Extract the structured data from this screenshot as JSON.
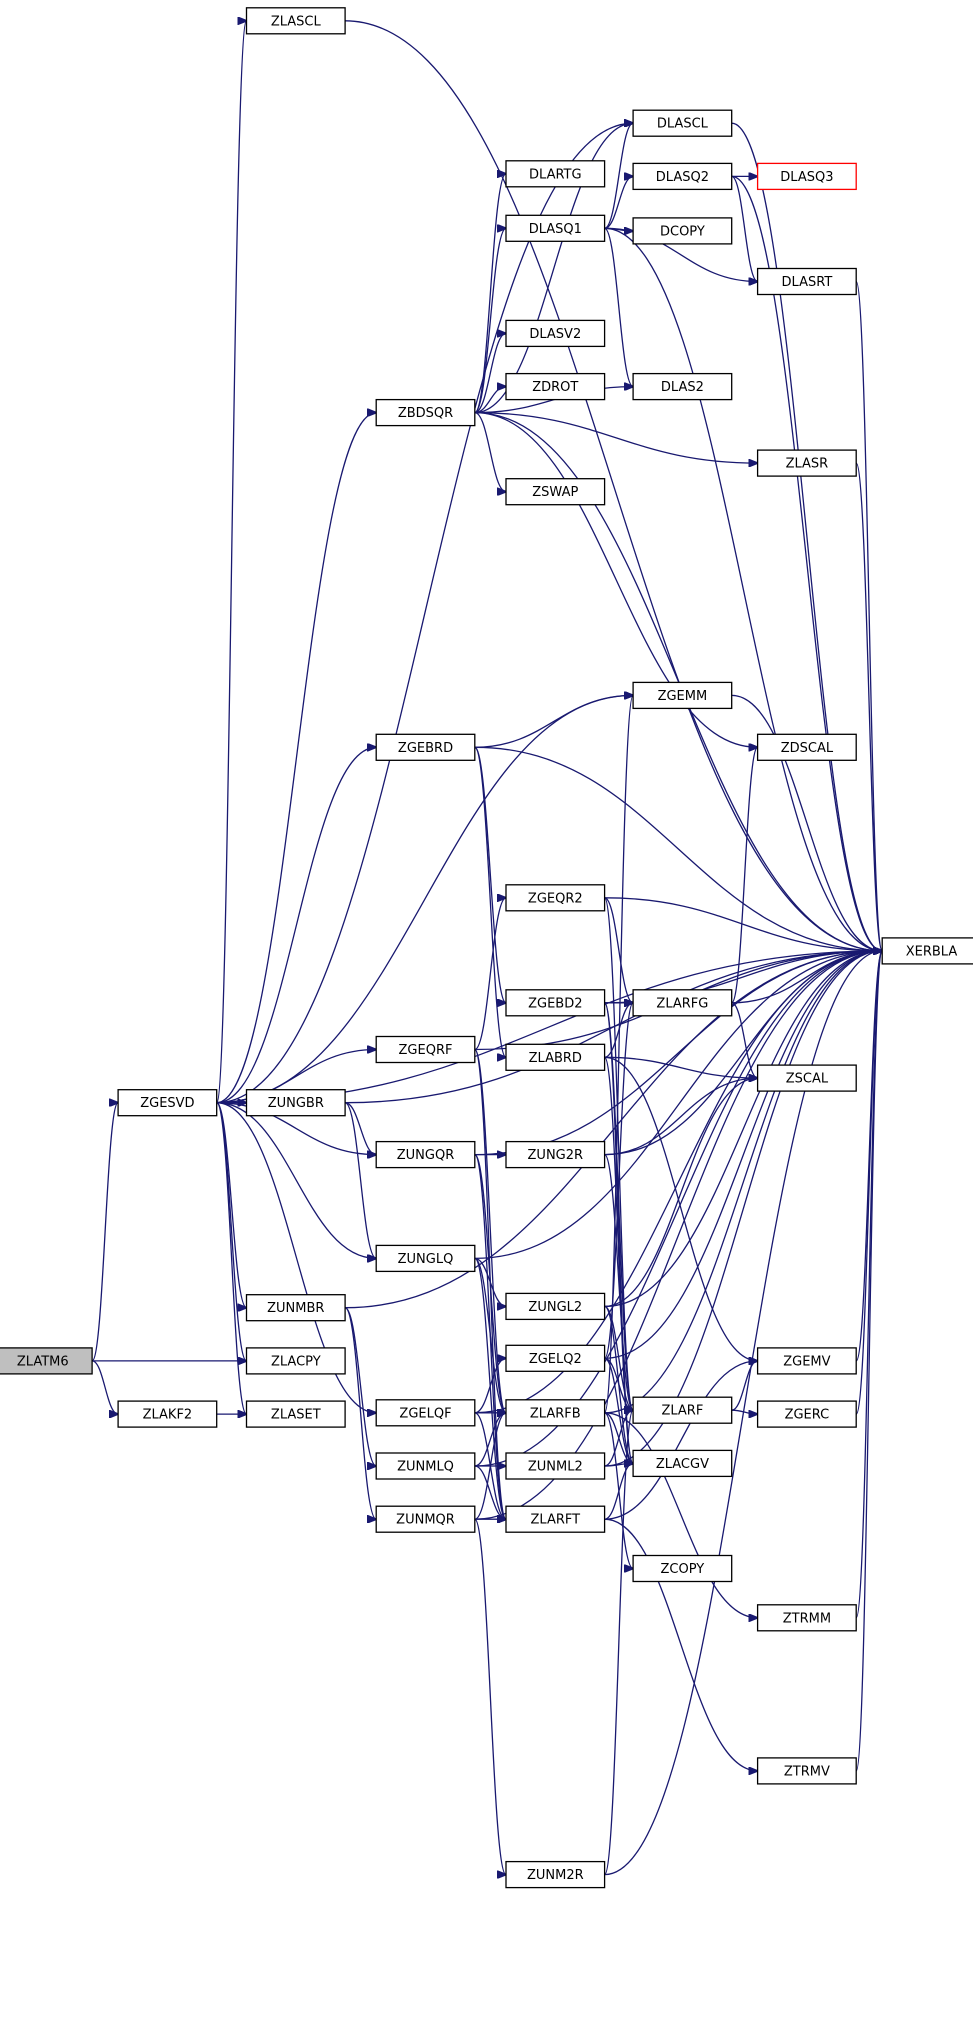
{
  "graph": {
    "edge_color": "#191970",
    "root_fill": "#bfbfbf",
    "missing_border": "#ff0000",
    "nodes": [
      {
        "id": "ZLATM6",
        "label": "ZLATM6",
        "style": "root"
      },
      {
        "id": "ZGESVD",
        "label": "ZGESVD"
      },
      {
        "id": "ZLAKF2",
        "label": "ZLAKF2"
      },
      {
        "id": "ZLASCL",
        "label": "ZLASCL"
      },
      {
        "id": "ZUNGBR",
        "label": "ZUNGBR"
      },
      {
        "id": "ZUNMBR",
        "label": "ZUNMBR"
      },
      {
        "id": "ZLACPY",
        "label": "ZLACPY"
      },
      {
        "id": "ZLASET",
        "label": "ZLASET"
      },
      {
        "id": "ZBDSQR",
        "label": "ZBDSQR"
      },
      {
        "id": "ZGEBRD",
        "label": "ZGEBRD"
      },
      {
        "id": "ZGEQRF",
        "label": "ZGEQRF"
      },
      {
        "id": "ZUNGQR",
        "label": "ZUNGQR"
      },
      {
        "id": "ZUNGLQ",
        "label": "ZUNGLQ"
      },
      {
        "id": "ZGELQF",
        "label": "ZGELQF"
      },
      {
        "id": "ZUNMLQ",
        "label": "ZUNMLQ"
      },
      {
        "id": "ZUNMQR",
        "label": "ZUNMQR"
      },
      {
        "id": "DLARTG",
        "label": "DLARTG"
      },
      {
        "id": "DLASQ1",
        "label": "DLASQ1"
      },
      {
        "id": "DLASV2",
        "label": "DLASV2"
      },
      {
        "id": "ZDROT",
        "label": "ZDROT"
      },
      {
        "id": "ZSWAP",
        "label": "ZSWAP"
      },
      {
        "id": "ZGEQR2",
        "label": "ZGEQR2"
      },
      {
        "id": "ZGEBD2",
        "label": "ZGEBD2"
      },
      {
        "id": "ZLABRD",
        "label": "ZLABRD"
      },
      {
        "id": "ZUNG2R",
        "label": "ZUNG2R"
      },
      {
        "id": "ZUNGL2",
        "label": "ZUNGL2"
      },
      {
        "id": "ZGELQ2",
        "label": "ZGELQ2"
      },
      {
        "id": "ZLARFB",
        "label": "ZLARFB"
      },
      {
        "id": "ZUNML2",
        "label": "ZUNML2"
      },
      {
        "id": "ZLARFT",
        "label": "ZLARFT"
      },
      {
        "id": "ZUNM2R",
        "label": "ZUNM2R"
      },
      {
        "id": "DLASCL",
        "label": "DLASCL"
      },
      {
        "id": "DLASQ2",
        "label": "DLASQ2"
      },
      {
        "id": "DCOPY",
        "label": "DCOPY"
      },
      {
        "id": "DLAS2",
        "label": "DLAS2"
      },
      {
        "id": "ZGEMM",
        "label": "ZGEMM"
      },
      {
        "id": "ZLARFG",
        "label": "ZLARFG"
      },
      {
        "id": "ZLARF",
        "label": "ZLARF"
      },
      {
        "id": "ZLACGV",
        "label": "ZLACGV"
      },
      {
        "id": "ZCOPY",
        "label": "ZCOPY"
      },
      {
        "id": "DLASQ3",
        "label": "DLASQ3",
        "style": "missing"
      },
      {
        "id": "DLASRT",
        "label": "DLASRT"
      },
      {
        "id": "ZLASR",
        "label": "ZLASR"
      },
      {
        "id": "ZDSCAL",
        "label": "ZDSCAL"
      },
      {
        "id": "ZSCAL",
        "label": "ZSCAL"
      },
      {
        "id": "ZGEMV",
        "label": "ZGEMV"
      },
      {
        "id": "ZGERC",
        "label": "ZGERC"
      },
      {
        "id": "ZTRMM",
        "label": "ZTRMM"
      },
      {
        "id": "ZTRMV",
        "label": "ZTRMV"
      },
      {
        "id": "XERBLA",
        "label": "XERBLA"
      }
    ],
    "edges": [
      [
        "ZLATM6",
        "ZGESVD"
      ],
      [
        "ZLATM6",
        "ZLACPY"
      ],
      [
        "ZLATM6",
        "ZLAKF2"
      ],
      [
        "ZLAKF2",
        "ZLASET"
      ],
      [
        "ZGESVD",
        "ZLASCL"
      ],
      [
        "ZGESVD",
        "ZBDSQR"
      ],
      [
        "ZGESVD",
        "ZGEBRD"
      ],
      [
        "ZGESVD",
        "ZGEQRF"
      ],
      [
        "ZGESVD",
        "ZUNGBR"
      ],
      [
        "ZGESVD",
        "ZUNGQR"
      ],
      [
        "ZGESVD",
        "ZUNGLQ"
      ],
      [
        "ZGESVD",
        "ZUNMBR"
      ],
      [
        "ZGESVD",
        "ZLACPY"
      ],
      [
        "ZGESVD",
        "ZLASET"
      ],
      [
        "ZGESVD",
        "ZGELQF"
      ],
      [
        "ZGESVD",
        "ZGEMM"
      ],
      [
        "ZGESVD",
        "DLASCL"
      ],
      [
        "ZGESVD",
        "XERBLA"
      ],
      [
        "ZLASCL",
        "XERBLA"
      ],
      [
        "ZUNGBR",
        "ZUNGQR"
      ],
      [
        "ZUNGBR",
        "ZUNGLQ"
      ],
      [
        "ZUNGBR",
        "XERBLA"
      ],
      [
        "ZUNMBR",
        "ZUNMLQ"
      ],
      [
        "ZUNMBR",
        "ZUNMQR"
      ],
      [
        "ZUNMBR",
        "XERBLA"
      ],
      [
        "ZBDSQR",
        "DLARTG"
      ],
      [
        "ZBDSQR",
        "DLASQ1"
      ],
      [
        "ZBDSQR",
        "DLASV2"
      ],
      [
        "ZBDSQR",
        "ZDROT"
      ],
      [
        "ZBDSQR",
        "ZSWAP"
      ],
      [
        "ZBDSQR",
        "ZLASR"
      ],
      [
        "ZBDSQR",
        "DLAS2"
      ],
      [
        "ZBDSQR",
        "DLASCL"
      ],
      [
        "ZBDSQR",
        "ZDSCAL"
      ],
      [
        "ZBDSQR",
        "XERBLA"
      ],
      [
        "DLASQ1",
        "DLASQ2"
      ],
      [
        "DLASQ1",
        "DCOPY"
      ],
      [
        "DLASQ1",
        "DLASRT"
      ],
      [
        "DLASQ1",
        "DLAS2"
      ],
      [
        "DLASQ1",
        "DLASCL"
      ],
      [
        "DLASQ1",
        "XERBLA"
      ],
      [
        "DLASCL",
        "XERBLA"
      ],
      [
        "DLASQ2",
        "DLASQ3"
      ],
      [
        "DLASQ2",
        "DLASRT"
      ],
      [
        "DLASQ2",
        "XERBLA"
      ],
      [
        "DLASRT",
        "XERBLA"
      ],
      [
        "ZLASR",
        "XERBLA"
      ],
      [
        "ZGEBRD",
        "ZGEMM"
      ],
      [
        "ZGEBRD",
        "ZGEBD2"
      ],
      [
        "ZGEBRD",
        "ZLABRD"
      ],
      [
        "ZGEBRD",
        "XERBLA"
      ],
      [
        "ZGEMM",
        "XERBLA"
      ],
      [
        "ZGEQRF",
        "ZGEQR2"
      ],
      [
        "ZGEQRF",
        "ZLARFB"
      ],
      [
        "ZGEQRF",
        "ZLARFT"
      ],
      [
        "ZGEQRF",
        "XERBLA"
      ],
      [
        "ZGEQR2",
        "ZLARFG"
      ],
      [
        "ZGEQR2",
        "ZLARF"
      ],
      [
        "ZGEQR2",
        "XERBLA"
      ],
      [
        "ZGEBD2",
        "ZLARFG"
      ],
      [
        "ZGEBD2",
        "ZLARF"
      ],
      [
        "ZGEBD2",
        "ZLACGV"
      ],
      [
        "ZGEBD2",
        "XERBLA"
      ],
      [
        "ZLABRD",
        "ZLARFG"
      ],
      [
        "ZLABRD",
        "ZSCAL"
      ],
      [
        "ZLABRD",
        "ZGEMV"
      ],
      [
        "ZLABRD",
        "ZLACGV"
      ],
      [
        "ZLARFG",
        "ZDSCAL"
      ],
      [
        "ZLARFG",
        "ZSCAL"
      ],
      [
        "ZLARFG",
        "XERBLA"
      ],
      [
        "ZUNGQR",
        "ZUNG2R"
      ],
      [
        "ZUNGQR",
        "ZLARFB"
      ],
      [
        "ZUNGQR",
        "ZLARFT"
      ],
      [
        "ZUNGQR",
        "XERBLA"
      ],
      [
        "ZUNG2R",
        "ZLARF"
      ],
      [
        "ZUNG2R",
        "ZSCAL"
      ],
      [
        "ZUNG2R",
        "XERBLA"
      ],
      [
        "ZUNGLQ",
        "ZUNGL2"
      ],
      [
        "ZUNGLQ",
        "ZLARFB"
      ],
      [
        "ZUNGLQ",
        "ZLARFT"
      ],
      [
        "ZUNGLQ",
        "XERBLA"
      ],
      [
        "ZUNGL2",
        "ZLARF"
      ],
      [
        "ZUNGL2",
        "ZSCAL"
      ],
      [
        "ZUNGL2",
        "ZLACGV"
      ],
      [
        "ZUNGL2",
        "XERBLA"
      ],
      [
        "ZGELQF",
        "ZGELQ2"
      ],
      [
        "ZGELQF",
        "ZLARFB"
      ],
      [
        "ZGELQF",
        "ZLARFT"
      ],
      [
        "ZGELQF",
        "XERBLA"
      ],
      [
        "ZGELQ2",
        "ZLARFG"
      ],
      [
        "ZGELQ2",
        "ZLARF"
      ],
      [
        "ZGELQ2",
        "ZLACGV"
      ],
      [
        "ZGELQ2",
        "XERBLA"
      ],
      [
        "ZLARF",
        "ZGEMV"
      ],
      [
        "ZLARF",
        "ZGERC"
      ],
      [
        "ZGEMV",
        "XERBLA"
      ],
      [
        "ZGERC",
        "XERBLA"
      ],
      [
        "ZLARFB",
        "ZGEMM"
      ],
      [
        "ZLARFB",
        "ZLACGV"
      ],
      [
        "ZLARFB",
        "ZCOPY"
      ],
      [
        "ZLARFB",
        "ZTRMM"
      ],
      [
        "ZLARFB",
        "XERBLA"
      ],
      [
        "ZUNMLQ",
        "ZUNML2"
      ],
      [
        "ZUNMLQ",
        "ZLARFB"
      ],
      [
        "ZUNMLQ",
        "ZLARFT"
      ],
      [
        "ZUNMLQ",
        "XERBLA"
      ],
      [
        "ZUNML2",
        "ZLARF"
      ],
      [
        "ZUNML2",
        "ZLACGV"
      ],
      [
        "ZUNML2",
        "XERBLA"
      ],
      [
        "ZUNMQR",
        "ZLARFB"
      ],
      [
        "ZUNMQR",
        "ZLARFT"
      ],
      [
        "ZUNMQR",
        "ZUNM2R"
      ],
      [
        "ZUNMQR",
        "XERBLA"
      ],
      [
        "ZLARFT",
        "ZLACGV"
      ],
      [
        "ZLARFT",
        "ZGEMV"
      ],
      [
        "ZLARFT",
        "ZTRMV"
      ],
      [
        "ZUNM2R",
        "ZLARF"
      ],
      [
        "ZUNM2R",
        "XERBLA"
      ],
      [
        "ZTRMM",
        "XERBLA"
      ],
      [
        "ZTRMV",
        "XERBLA"
      ]
    ]
  }
}
